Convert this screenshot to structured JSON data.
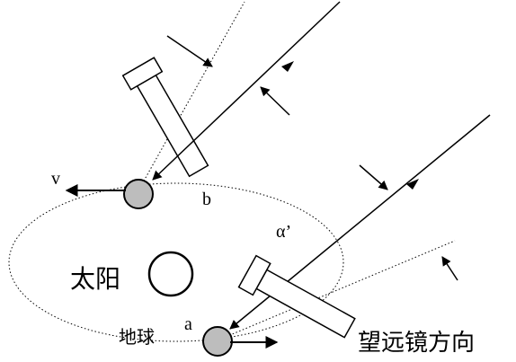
{
  "labels": {
    "sun": "太阳",
    "earth": "地球",
    "pos_a": "a",
    "pos_b": "b",
    "velocity": "v",
    "angle": "α’",
    "telescope_direction": "望远镜方向"
  },
  "colors": {
    "earth_fill": "#bdbdbd",
    "line": "#000000",
    "background": "#ffffff"
  }
}
